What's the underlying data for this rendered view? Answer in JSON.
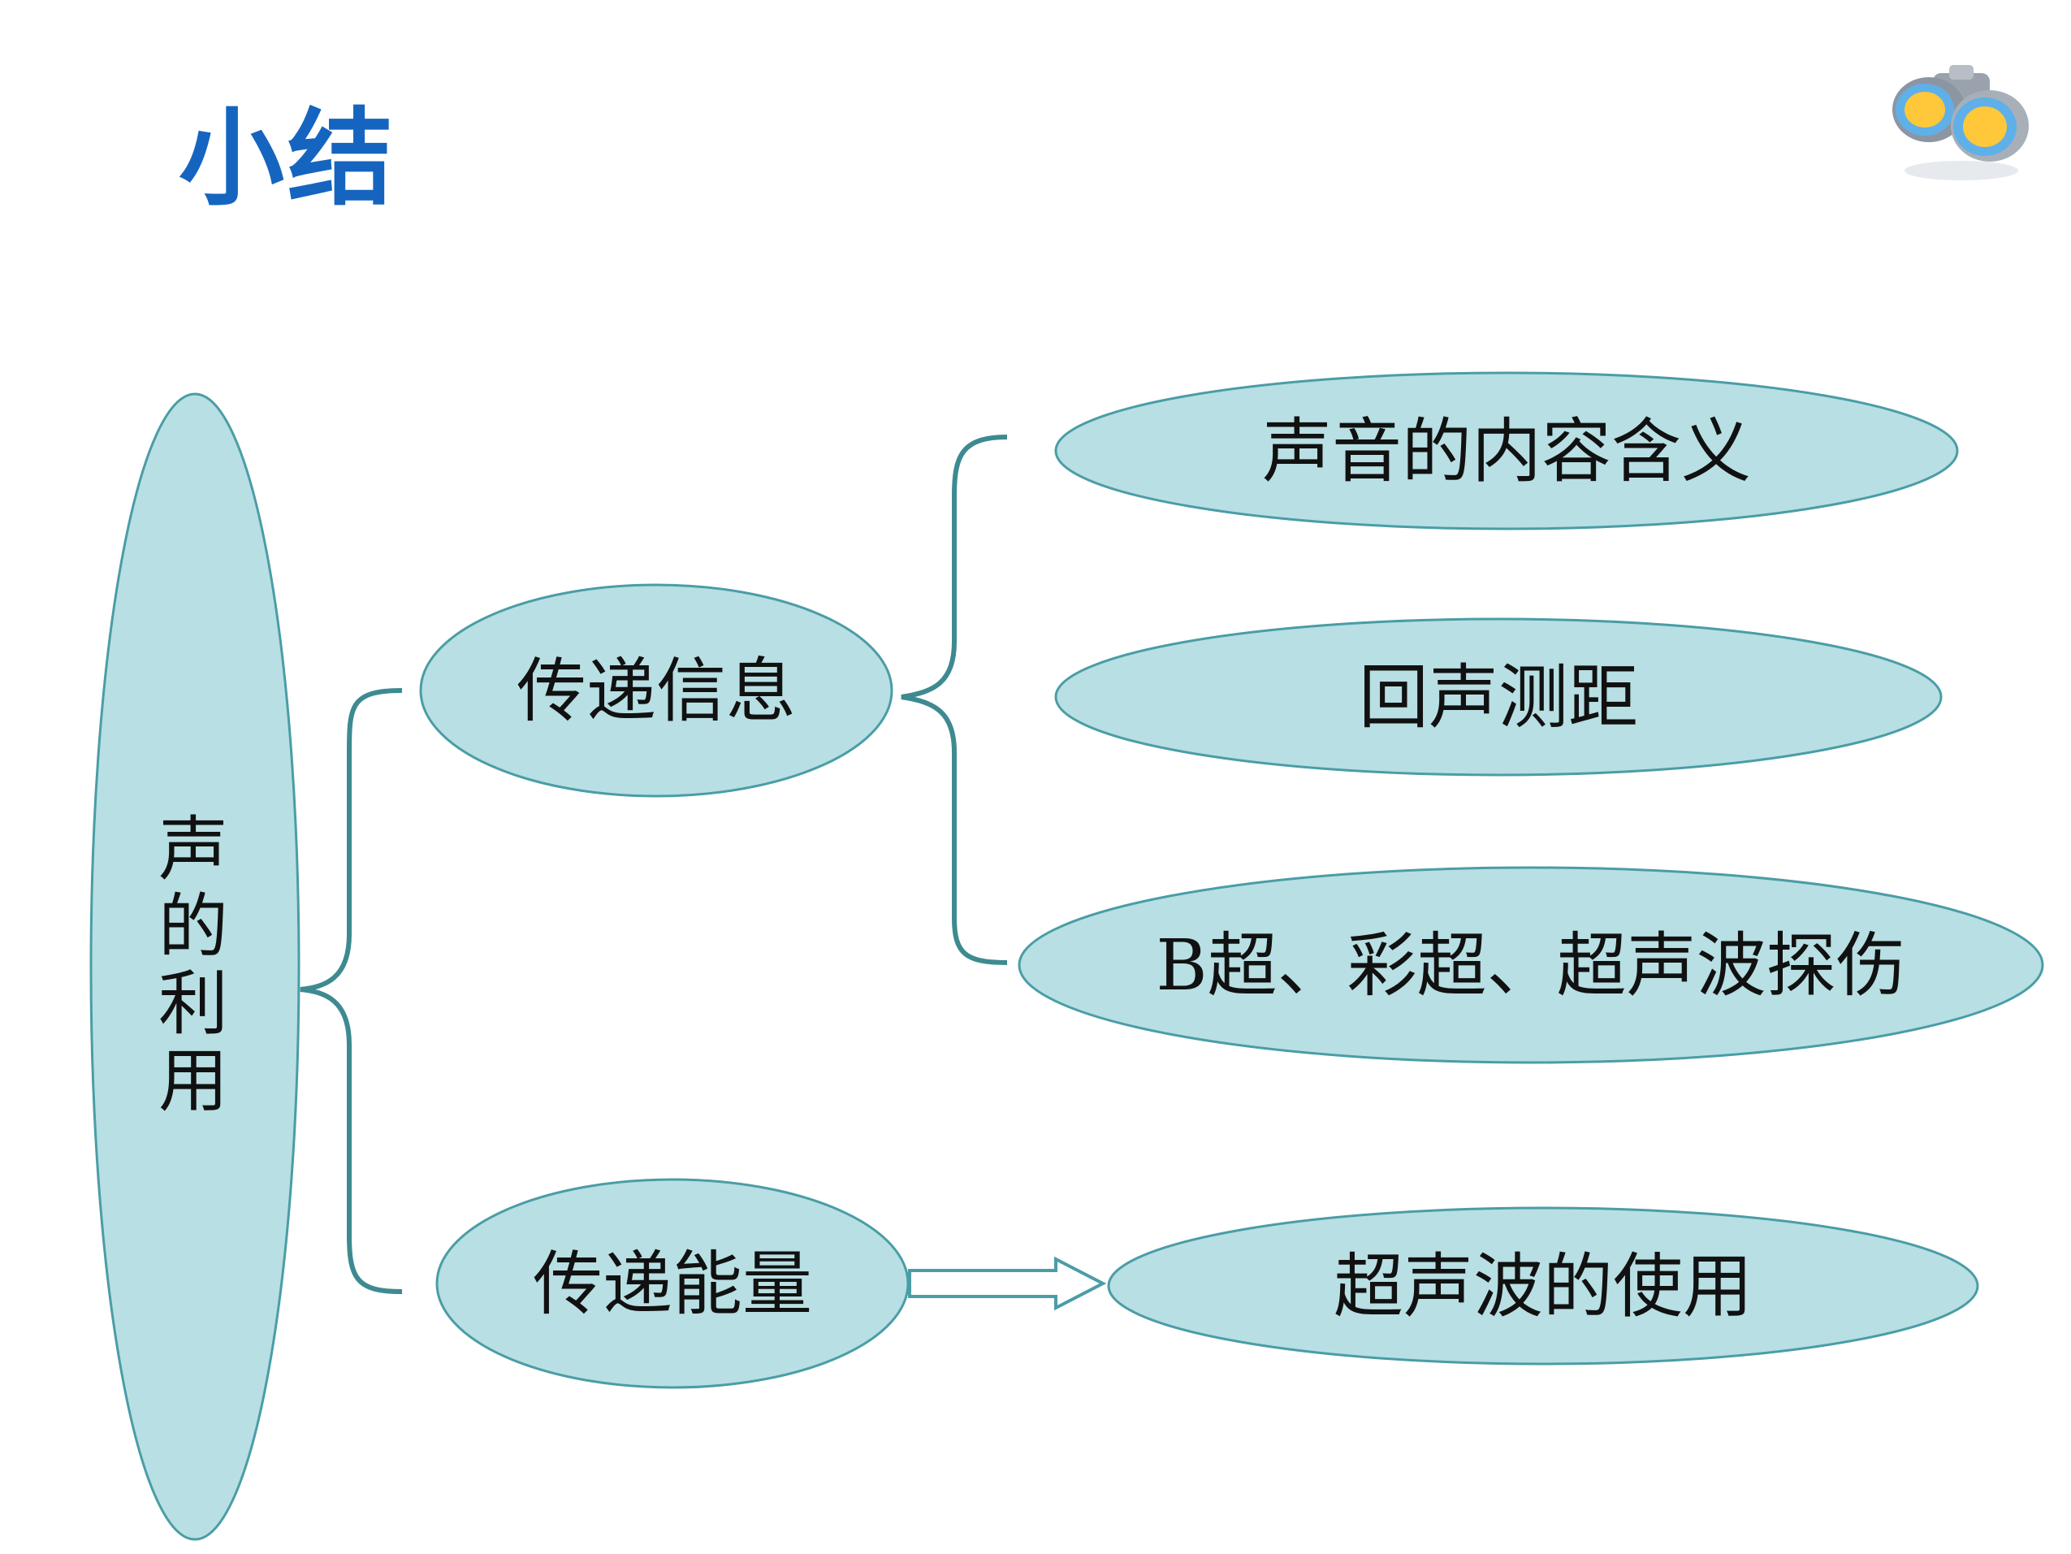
{
  "slide": {
    "title": "小结"
  },
  "diagram": {
    "root": {
      "label_chars": [
        "声",
        "的",
        "利",
        "用"
      ]
    },
    "branches": [
      {
        "label": "传递信息",
        "children": [
          "声音的内容含义",
          "回声测距",
          "B超、彩超、超声波探伤"
        ]
      },
      {
        "label": "传递能量",
        "children": [
          "超声波的使用"
        ]
      }
    ]
  },
  "colors": {
    "title": "#1565c0",
    "ellipse_fill": "#b8dfe3",
    "ellipse_stroke": "#4a9da6",
    "bracket": "#3e8a91"
  },
  "icons": {
    "corner": "binoculars-icon"
  }
}
